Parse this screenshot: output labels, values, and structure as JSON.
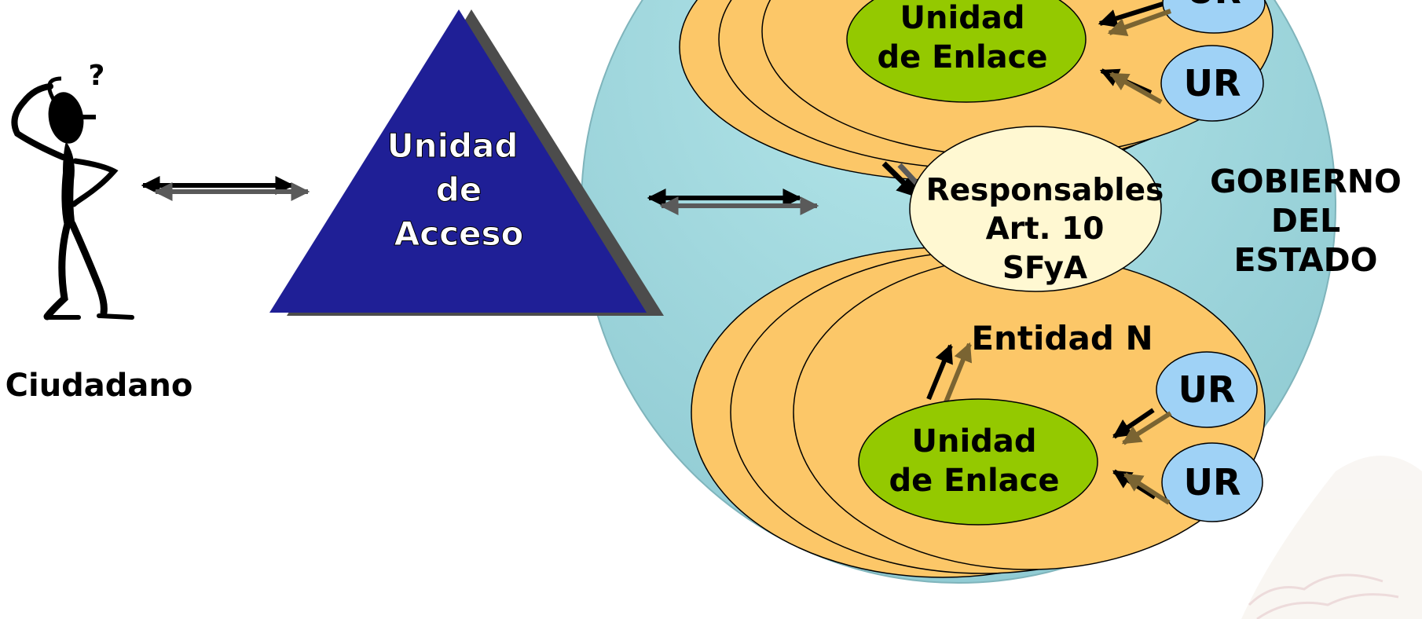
{
  "citizen": {
    "label": "Ciudadano",
    "question_mark": "?"
  },
  "access_unit": {
    "line1": "Unidad",
    "line2": "de",
    "line3": "Acceso"
  },
  "government": {
    "line1": "GOBIERNO",
    "line2": "DEL",
    "line3": "ESTADO"
  },
  "responsables": {
    "line1": "Responsables",
    "line2": "Art. 10",
    "line3": "SFyA"
  },
  "top_entity": {
    "unit_line1": "Unidad",
    "unit_line2": "de Enlace",
    "ur_top": "UR",
    "ur_bottom": "UR"
  },
  "bottom_entity": {
    "title": "Entidad N",
    "unit_line1": "Unidad",
    "unit_line2": "de Enlace",
    "ur_top": "UR",
    "ur_bottom": "UR"
  },
  "colors": {
    "sphere": "#a6dbe0",
    "entity": "#fcc768",
    "enlace": "#94c900",
    "ur": "#9fd2f6",
    "responsables": "#fff8d2",
    "triangle": "#1f1f96"
  }
}
